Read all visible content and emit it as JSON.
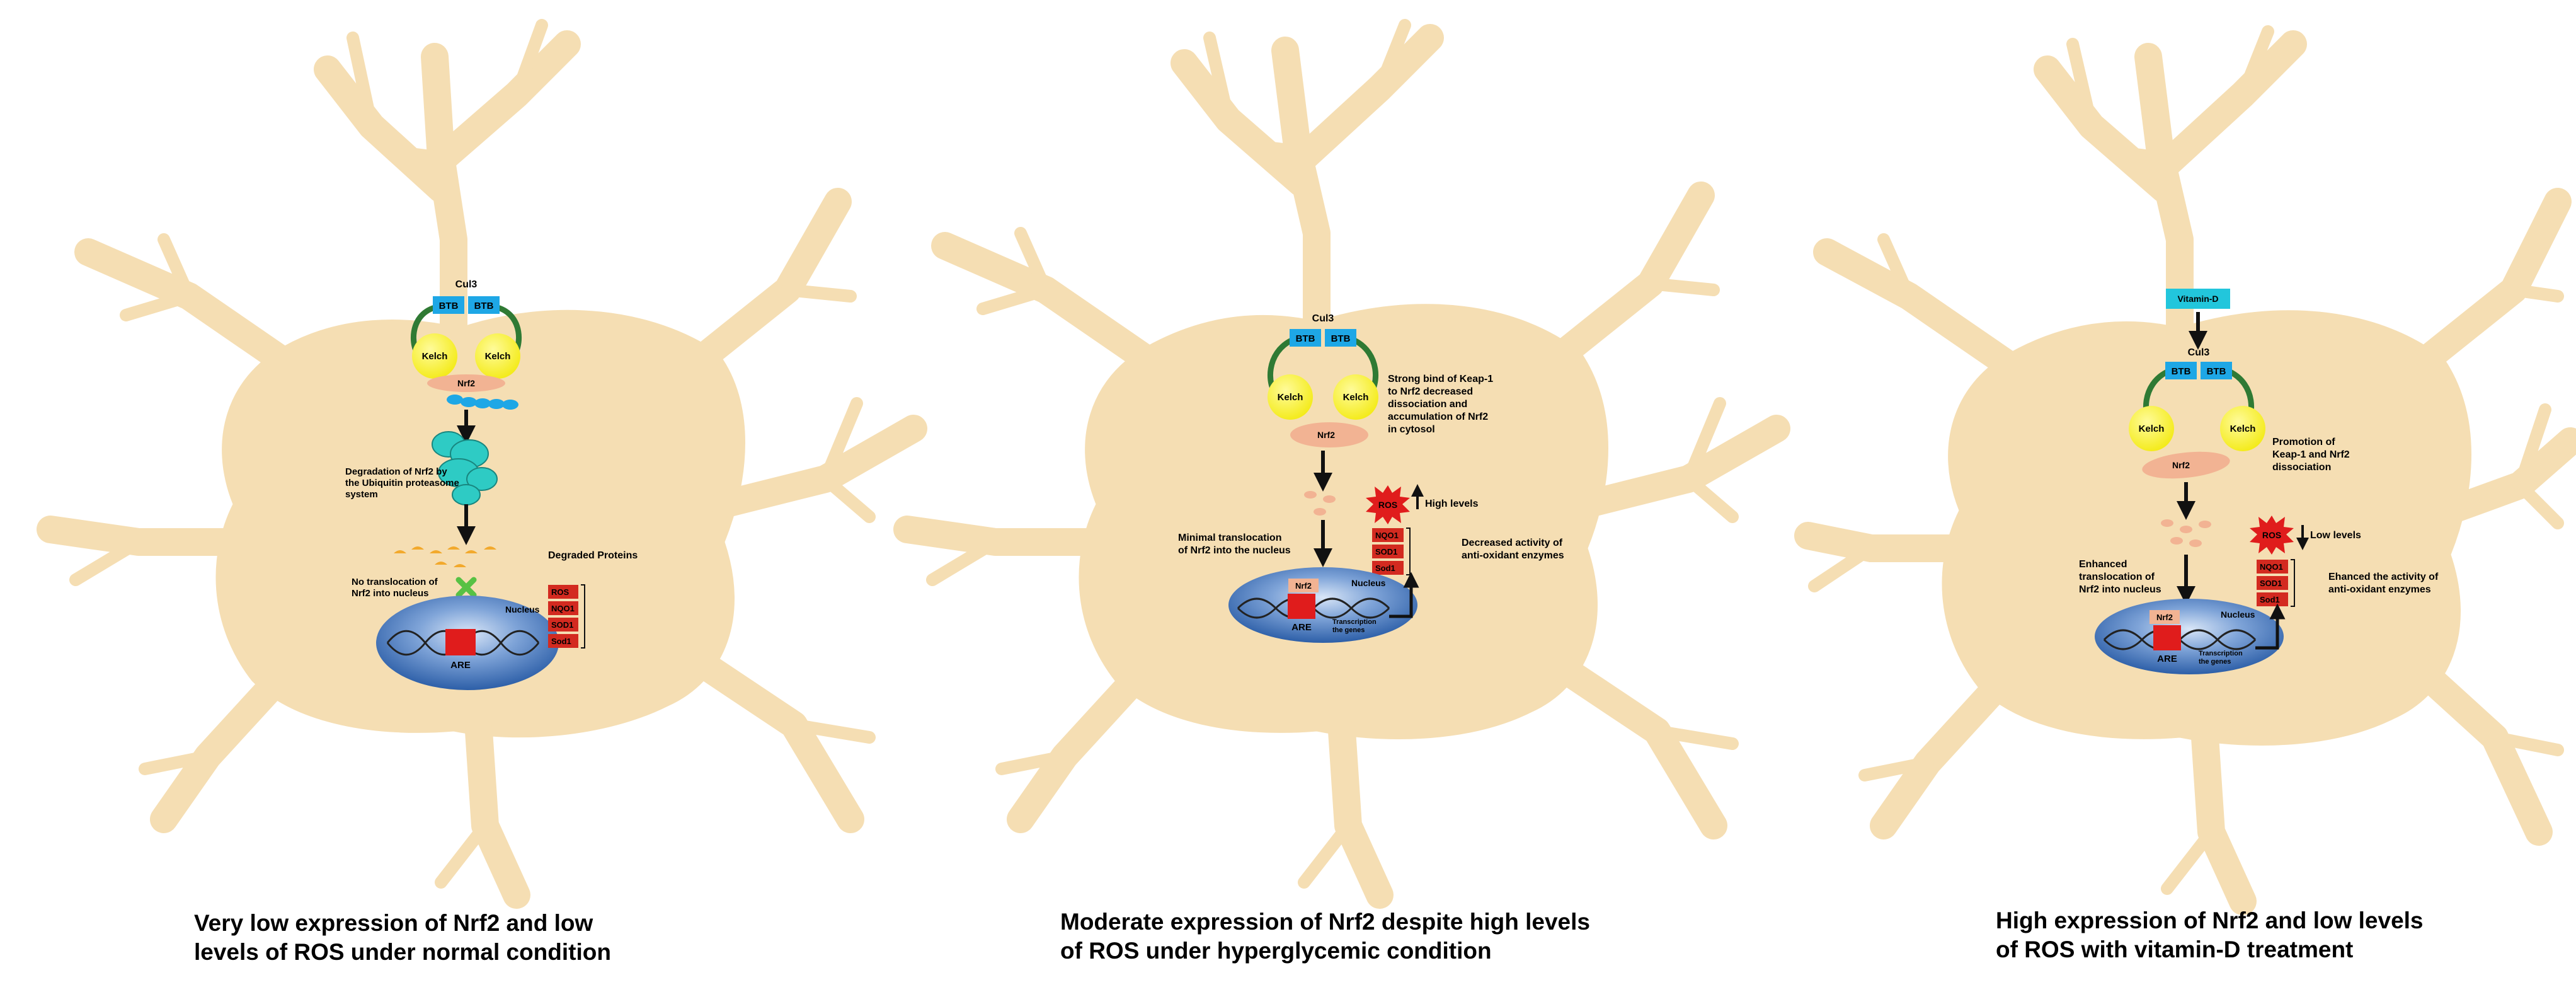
{
  "colors": {
    "cell": "#f5deb3",
    "cul3_box": "#1ea7e6",
    "kelch": "#f3ea14",
    "nrf2": "#f2b393",
    "ros_box": "#d32a20",
    "nucleus": "#2d5fa8",
    "dna": "#222222",
    "arm": "#2f7a34",
    "vitd": "#22c6dc",
    "green_x": "#57c144"
  },
  "panels": [
    {
      "cul3": "Cul3",
      "btb_left": "BTB",
      "btb_right": "BTB",
      "kelch_left": "Kelch",
      "kelch_right": "Kelch",
      "nrf2": "Nrf2",
      "ubiquitin_label": [
        "Degradation of Nrf2 by",
        "the Ubiquitin proteasome",
        "system"
      ],
      "degraded_label": "Degraded Proteins",
      "translocation_label": [
        "No translocation of",
        "Nrf2 into nucleus"
      ],
      "nucleus": "Nucleus",
      "are": "ARE",
      "enzymes": [
        "ROS",
        "NQO1",
        "SOD1",
        "Sod1"
      ],
      "caption": [
        "Very low expression of Nrf2 and low",
        "levels of ROS under normal condition"
      ]
    },
    {
      "cul3": "Cul3",
      "btb_left": "BTB",
      "btb_right": "BTB",
      "kelch_left": "Kelch",
      "kelch_right": "Kelch",
      "nrf2": "Nrf2",
      "bind_label": [
        "Strong bind of Keap-1",
        "to Nrf2 decreased",
        "dissociation and",
        "accumulation of Nrf2",
        "in cytosol"
      ],
      "ros": "ROS",
      "ros_level": "High levels",
      "translocation_label": [
        "Minimal translocation",
        "of Nrf2 into the nucleus"
      ],
      "enzymes": [
        "NQO1",
        "SOD1",
        "Sod1"
      ],
      "enzyme_activity": [
        "Decreased activity of",
        "anti-oxidant enzymes"
      ],
      "nucleus_nrf2": "Nrf2",
      "nucleus": "Nucleus",
      "are": "ARE",
      "transcription": [
        "Transcription",
        "the genes"
      ],
      "caption": [
        "Moderate expression of Nrf2 despite high levels",
        "of ROS under hyperglycemic condition"
      ]
    },
    {
      "vitamin": "Vitamin-D",
      "cul3": "Cul3",
      "btb_left": "BTB",
      "btb_right": "BTB",
      "kelch_left": "Kelch",
      "kelch_right": "Kelch",
      "nrf2": "Nrf2",
      "promotion_label": [
        "Promotion of",
        "Keap-1 and Nrf2",
        "dissociation"
      ],
      "ros": "ROS",
      "ros_level": "Low levels",
      "translocation_label": [
        "Enhanced",
        "translocation of",
        "Nrf2 into nucleus"
      ],
      "enzymes": [
        "NQO1",
        "SOD1",
        "Sod1"
      ],
      "enzyme_activity": [
        "Ehanced the activity of",
        "anti-oxidant enzymes"
      ],
      "nucleus_nrf2": "Nrf2",
      "nucleus": "Nucleus",
      "are": "ARE",
      "transcription": [
        "Transcription",
        "the genes"
      ],
      "caption": [
        "High expression of Nrf2 and low levels",
        "of ROS with vitamin-D treatment"
      ]
    }
  ]
}
